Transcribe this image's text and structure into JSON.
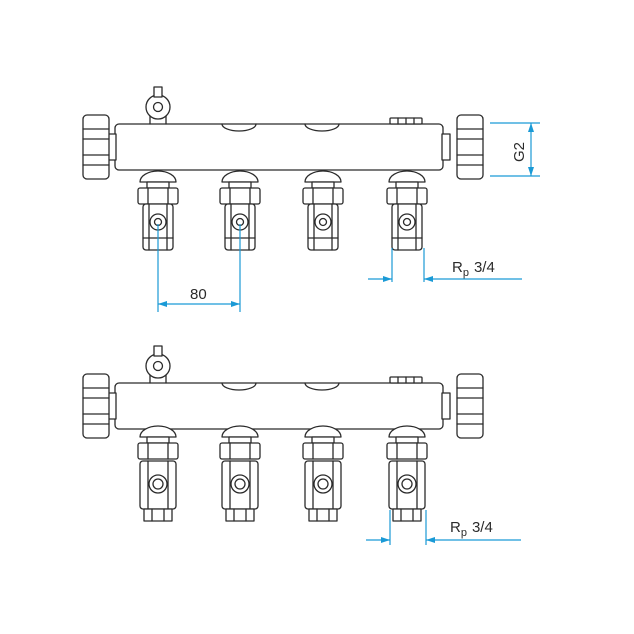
{
  "dimensions": {
    "spacing": "80",
    "main_connection": "G2",
    "outlet_thread_top": {
      "base": "R",
      "sub": "p",
      "size": "3/4"
    },
    "outlet_thread_bottom": {
      "base": "R",
      "sub": "p",
      "size": "3/4"
    }
  },
  "colors": {
    "line": "#2b2b2b",
    "dimension": "#1a9ad6"
  },
  "manifolds": [
    {
      "variant": "ball-valve outlets",
      "outlets": 4
    },
    {
      "variant": "threaded fitting outlets",
      "outlets": 4
    }
  ]
}
